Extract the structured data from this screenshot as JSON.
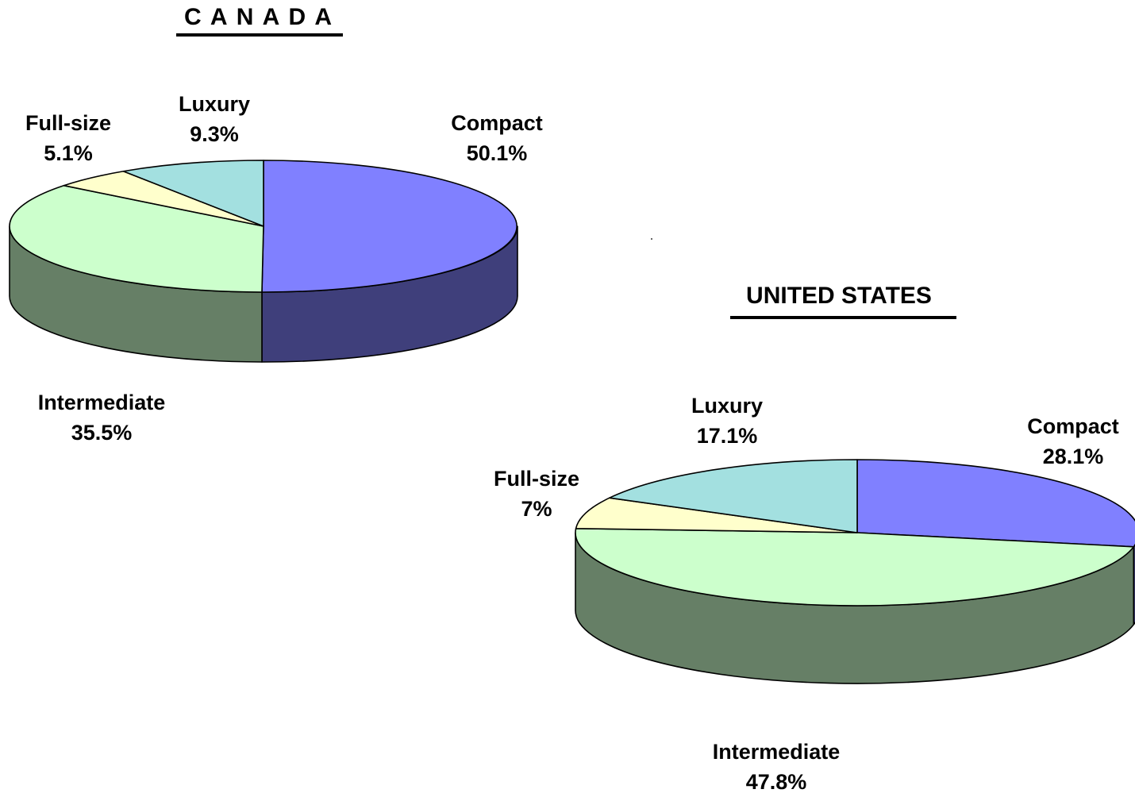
{
  "chart_data": [
    {
      "type": "pie",
      "title": "C A N A D A",
      "slices": [
        {
          "label": "Compact",
          "value": 50.1,
          "value_label": "50.1%",
          "color": "#8080FF",
          "side_color": "#3F3F7B"
        },
        {
          "label": "Intermediate",
          "value": 35.5,
          "value_label": "35.5%",
          "color": "#CCFFCC",
          "side_color": "#667F66"
        },
        {
          "label": "Full-size",
          "value": 5.1,
          "value_label": "5.1%",
          "color": "#FFFFCC",
          "side_color": "#7F7F66"
        },
        {
          "label": "Luxury",
          "value": 9.3,
          "value_label": "9.3%",
          "color": "#A3E0E0",
          "side_color": "#527070"
        }
      ],
      "style": "3d-pie"
    },
    {
      "type": "pie",
      "title": "UNITED STATES",
      "slices": [
        {
          "label": "Compact",
          "value": 28.1,
          "value_label": "28.1%",
          "color": "#8080FF",
          "side_color": "#3F3F7B"
        },
        {
          "label": "Intermediate",
          "value": 47.8,
          "value_label": "47.8%",
          "color": "#CCFFCC",
          "side_color": "#667F66"
        },
        {
          "label": "Full-size",
          "value": 7,
          "value_label": "7%",
          "color": "#FFFFCC",
          "side_color": "#7F7F66"
        },
        {
          "label": "Luxury",
          "value": 17.1,
          "value_label": "17.1%",
          "color": "#A3E0E0",
          "side_color": "#527070"
        }
      ],
      "style": "3d-pie"
    }
  ]
}
